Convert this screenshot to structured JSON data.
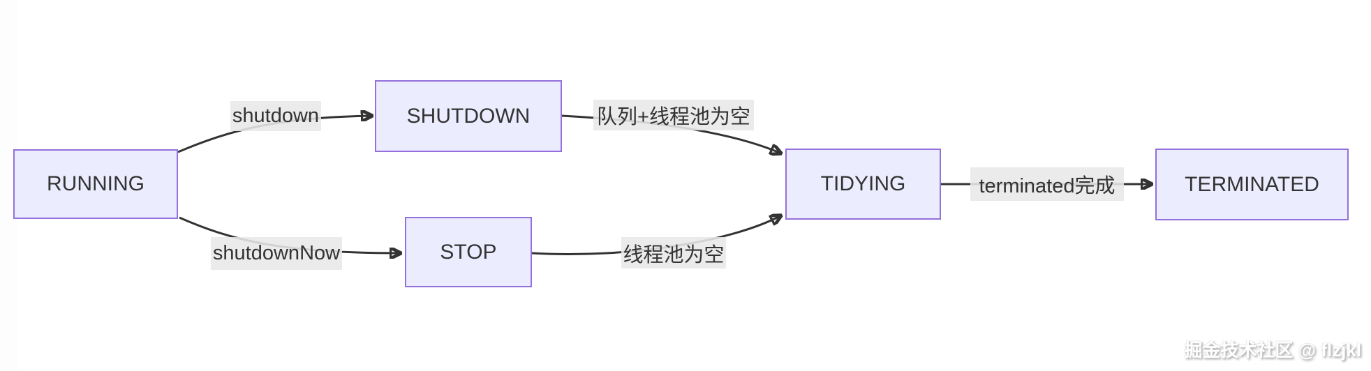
{
  "diagram": {
    "type": "flowchart",
    "nodes": [
      {
        "id": "running",
        "label": "RUNNING"
      },
      {
        "id": "shutdown",
        "label": "SHUTDOWN"
      },
      {
        "id": "stop",
        "label": "STOP"
      },
      {
        "id": "tidying",
        "label": "TIDYING"
      },
      {
        "id": "terminated",
        "label": "TERMINATED"
      }
    ],
    "edges": [
      {
        "from": "RUNNING",
        "to": "SHUTDOWN",
        "label": "shutdown"
      },
      {
        "from": "RUNNING",
        "to": "STOP",
        "label": "shutdownNow"
      },
      {
        "from": "SHUTDOWN",
        "to": "TIDYING",
        "label": "队列+线程池为空"
      },
      {
        "from": "STOP",
        "to": "TIDYING",
        "label": "线程池为空"
      },
      {
        "from": "TIDYING",
        "to": "TERMINATED",
        "label": "terminated完成"
      }
    ],
    "colors": {
      "node_fill": "#ECECFF",
      "node_border": "#9370DB",
      "edge_line": "#333333",
      "edge_label_bg": "#E8E8E8",
      "text": "#333333",
      "background": "#FFFFFF"
    }
  },
  "watermark": {
    "text": "掘金技术社区 @ flzjkl"
  }
}
